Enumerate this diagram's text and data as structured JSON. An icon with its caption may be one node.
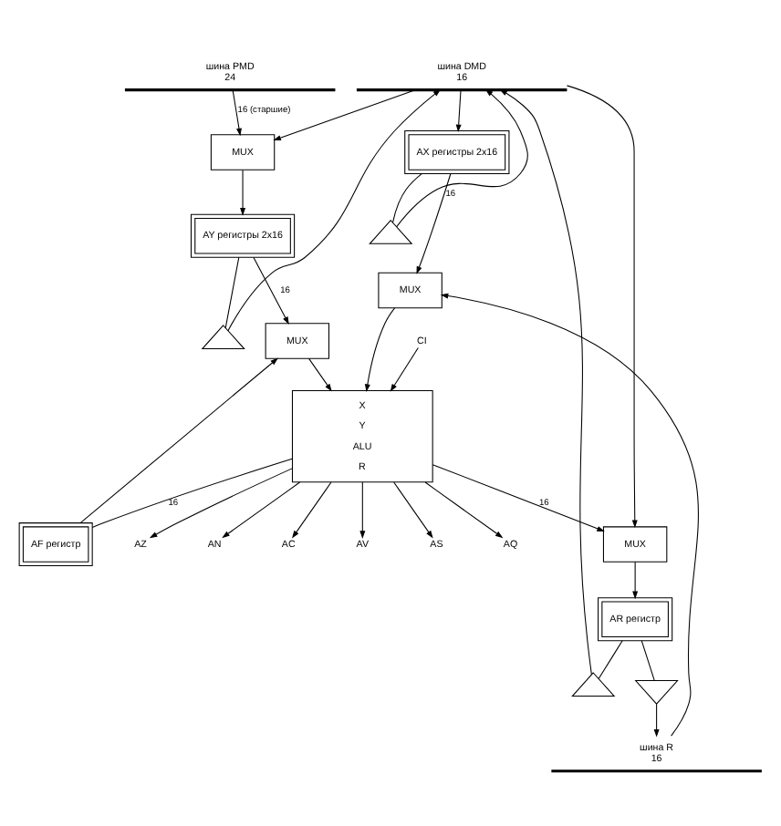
{
  "diagram": {
    "nodes": [
      {
        "text": [
          "шина PMD",
          "24"
        ]
      },
      {
        "text": [
          "шина DMD",
          "16"
        ]
      },
      {
        "text": [
          "MUX"
        ]
      },
      {
        "text": [
          "AX регистры 2x16"
        ]
      },
      {
        "text": [
          "AY регистры 2x16"
        ]
      },
      {
        "text": [],
        "shape": "triangle"
      },
      {
        "text": [],
        "shape": "triangle"
      },
      {
        "text": [],
        "shape": "triangle"
      },
      {
        "text": [
          "MUX"
        ]
      },
      {
        "text": [
          "MUX"
        ]
      },
      {
        "text": [
          "AF регистр"
        ]
      },
      {
        "text": [
          "X",
          "Y",
          "ALU",
          "R"
        ]
      },
      {
        "text": [
          "AZ"
        ]
      },
      {
        "text": [
          "AN"
        ]
      },
      {
        "text": [
          "AC"
        ]
      },
      {
        "text": [
          "AV"
        ]
      },
      {
        "text": [
          "AS"
        ]
      },
      {
        "text": [
          "AQ"
        ]
      },
      {
        "text": [
          "CI"
        ]
      },
      {
        "text": [
          "MUX"
        ]
      },
      {
        "text": [
          "AR регистр"
        ]
      },
      {
        "text": [],
        "shape": "triangle"
      },
      {
        "text": [
          "шина R",
          "16"
        ]
      }
    ],
    "edges": [
      {
        "from": 0,
        "to": 2,
        "arrow": "to",
        "label": "16 (старшие)"
      },
      {
        "from": 1,
        "to": 2,
        "arrow": "to"
      },
      {
        "from": 1,
        "to": 3,
        "arrow": "to"
      },
      {
        "from": 2,
        "to": 4,
        "arrow": "to"
      },
      {
        "from": 3,
        "to": 5,
        "arrow": "none"
      },
      {
        "from": 5,
        "to": 1,
        "arrow": "to"
      },
      {
        "from": 4,
        "to": 6,
        "arrow": "none"
      },
      {
        "from": 6,
        "to": 1,
        "arrow": "to"
      },
      {
        "from": 3,
        "to": 8,
        "arrow": "to",
        "label": "16"
      },
      {
        "from": 22,
        "to": 8,
        "arrow": "to"
      },
      {
        "from": 4,
        "to": 9,
        "arrow": "to",
        "label": "16"
      },
      {
        "from": 10,
        "to": 9,
        "arrow": "to"
      },
      {
        "from": 8,
        "to": 11,
        "arrow": "to"
      },
      {
        "from": 9,
        "to": 11,
        "arrow": "to"
      },
      {
        "from": 11,
        "to": 12,
        "arrow": "to"
      },
      {
        "from": 11,
        "to": 13,
        "arrow": "to"
      },
      {
        "from": 11,
        "to": 14,
        "arrow": "to"
      },
      {
        "from": 11,
        "to": 15,
        "arrow": "to"
      },
      {
        "from": 11,
        "to": 16,
        "arrow": "to"
      },
      {
        "from": 11,
        "to": 17,
        "arrow": "to"
      },
      {
        "from": 18,
        "to": 11,
        "arrow": "to"
      },
      {
        "from": 11,
        "to": 19,
        "arrow": "to",
        "label": "16"
      },
      {
        "from": 11,
        "to": 10,
        "arrow": "none",
        "label": "16"
      },
      {
        "from": 1,
        "to": 19,
        "arrow": "to"
      },
      {
        "from": 19,
        "to": 20,
        "arrow": "to"
      },
      {
        "from": 20,
        "to": 21,
        "arrow": "none"
      },
      {
        "from": 21,
        "to": 22,
        "arrow": "to"
      },
      {
        "from": 20,
        "to": 7,
        "arrow": "none"
      },
      {
        "from": 7,
        "to": 1,
        "arrow": "to"
      }
    ]
  }
}
